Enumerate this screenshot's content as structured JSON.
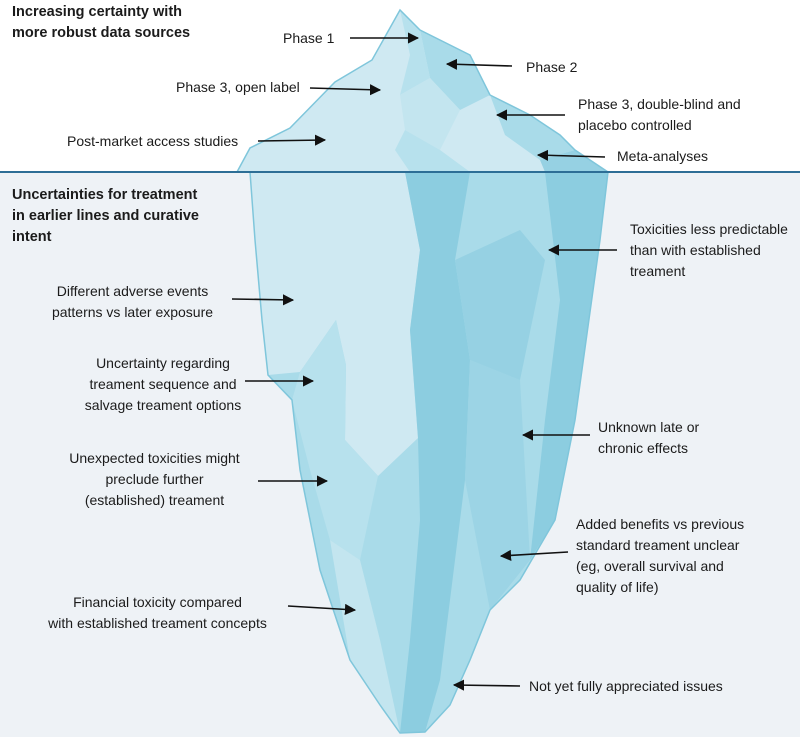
{
  "sections": {
    "above": "Increasing certainty with\nmore robust data sources",
    "below": "Uncertainties for treatment\nin earlier lines and curative\nintent"
  },
  "above_labels": {
    "phase1": "Phase 1",
    "phase2": "Phase 2",
    "phase3_open": "Phase 3, open label",
    "phase3_double": "Phase 3, double-blind and\nplacebo controlled",
    "post_market": "Post-market access studies",
    "meta": "Meta-analyses"
  },
  "below_labels": {
    "adverse": "Different adverse events\npatterns vs later exposure",
    "sequence": "Uncertainty regarding\ntreament sequence and\nsalvage treament options",
    "unexpected": "Unexpected toxicities might\npreclude further\n(established) treament",
    "financial": "Financial toxicity compared\nwith established treament concepts",
    "toxicities": "Toxicities less predictable\nthan with established\ntreament",
    "late": "Unknown late or\nchronic effects",
    "benefits": "Added benefits vs previous\nstandard treament unclear\n(eg, overall survival and\nquality of life)",
    "not_yet": "Not yet fully appreciated issues"
  },
  "colors": {
    "water": "#eef2f6",
    "waterline": "#2d6e96",
    "ice_light": "#cfe9f2",
    "ice_mid": "#a9dbe9",
    "ice_dark": "#8ccde0",
    "ice_edge": "#7fc6db",
    "arrow": "#111111"
  }
}
